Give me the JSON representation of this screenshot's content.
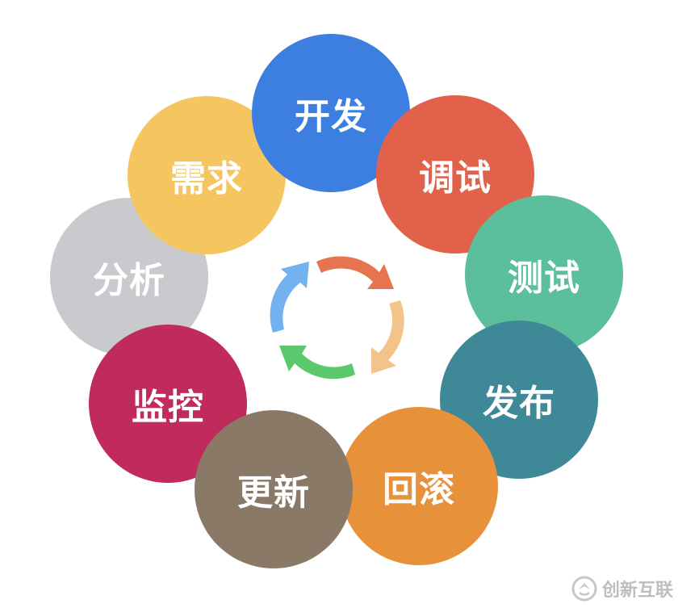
{
  "stages": [
    {
      "label": "开发",
      "color": "#3d7fe0"
    },
    {
      "label": "调试",
      "color": "#e2614a"
    },
    {
      "label": "测试",
      "color": "#5cbf9c"
    },
    {
      "label": "发布",
      "color": "#3f8898"
    },
    {
      "label": "回滚",
      "color": "#e8913b"
    },
    {
      "label": "更新",
      "color": "#8a7967"
    },
    {
      "label": "监控",
      "color": "#c02b5b"
    },
    {
      "label": "分析",
      "color": "#c9cacd"
    },
    {
      "label": "需求",
      "color": "#f5c55f"
    }
  ],
  "cycle_arrows": [
    {
      "color": "#e6744e"
    },
    {
      "color": "#f3c48a"
    },
    {
      "color": "#5bc86b"
    },
    {
      "color": "#73b2ef"
    }
  ],
  "watermark": {
    "text": "创新互联"
  }
}
